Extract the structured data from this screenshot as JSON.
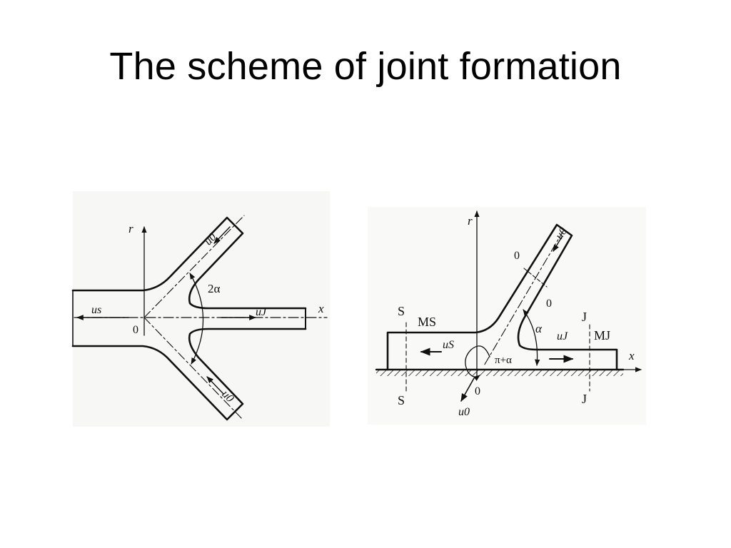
{
  "slide": {
    "title": "The scheme of joint formation"
  },
  "left_diagram": {
    "labels": {
      "r_axis": "r",
      "x_axis": "x",
      "origin": "0",
      "angle": "2α",
      "u_s": "us",
      "u_j": "uJ",
      "u_0_top": "u0",
      "u_0_bottom": "u0"
    }
  },
  "right_diagram": {
    "labels": {
      "r_axis": "r",
      "x_axis": "x",
      "origin": "0",
      "section_s_top": "S",
      "section_s_bottom": "S",
      "section_j_top": "J",
      "section_j_bottom": "J",
      "m_s": "MS",
      "m_j": "MJ",
      "u_s": "uS",
      "u_j": "uJ",
      "u_0_top": "u0",
      "u_0_bottom": "u0",
      "zero_a": "0",
      "zero_b": "0",
      "alpha": "α",
      "pi_plus_alpha": "π+α"
    }
  }
}
